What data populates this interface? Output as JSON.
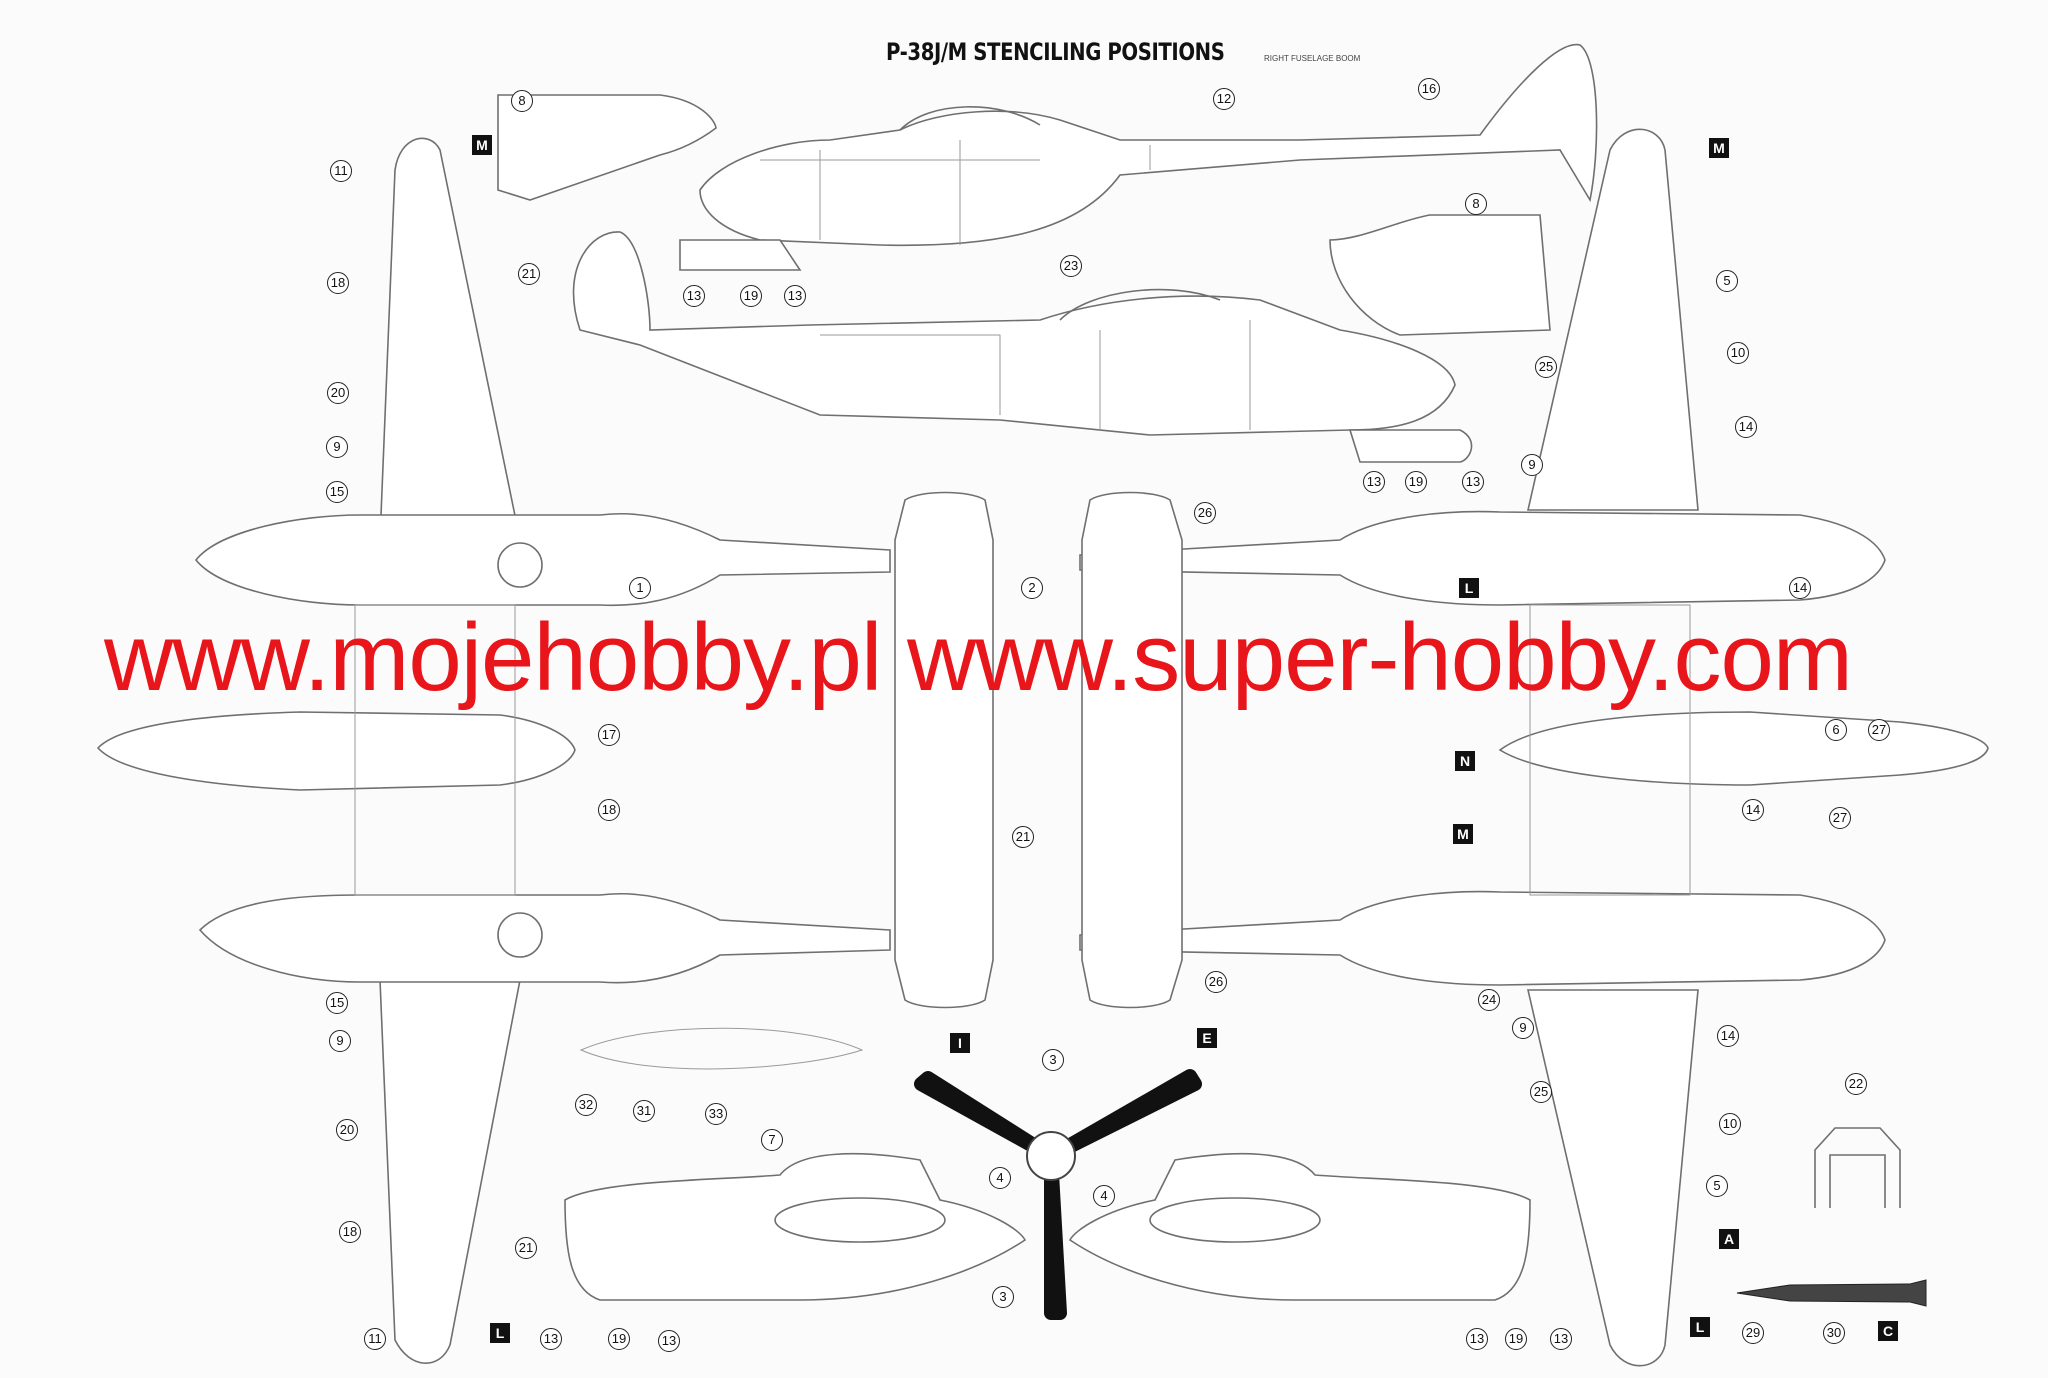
{
  "title": "P-38J/M STENCILING POSITIONS",
  "side_label": "RIGHT FUSELAGE BOOM",
  "watermark": "www.mojehobby.pl www.super-hobby.com",
  "callouts": [
    "8",
    "M",
    "11",
    "18",
    "21",
    "20",
    "9",
    "15",
    "12",
    "16",
    "M",
    "8",
    "23",
    "13",
    "19",
    "13",
    "5",
    "25",
    "10",
    "14",
    "9",
    "13",
    "19",
    "13",
    "26",
    "17",
    "18",
    "21",
    "L",
    "6",
    "27",
    "N",
    "M",
    "14",
    "27",
    "26",
    "24",
    "15",
    "9",
    "9",
    "14",
    "I",
    "E",
    "3",
    "32",
    "31",
    "33",
    "25",
    "10",
    "22",
    "20",
    "7",
    "4",
    "4",
    "5",
    "18",
    "21",
    "A",
    "3",
    "11",
    "L",
    "13",
    "19",
    "13",
    "13",
    "19",
    "13",
    "L",
    "29",
    "30",
    "C",
    "14",
    "1",
    "2"
  ]
}
